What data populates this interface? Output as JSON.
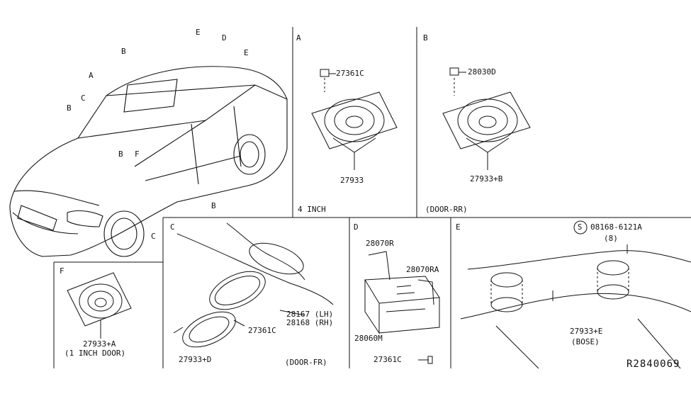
{
  "overview": {
    "callouts": [
      "B",
      "A",
      "C",
      "B",
      "B",
      "F",
      "E",
      "D",
      "E",
      "B",
      "C"
    ]
  },
  "panel_a": {
    "letter": "A",
    "screw_part": "27361C",
    "speaker_part": "27933",
    "footer": "4 INCH"
  },
  "panel_b": {
    "letter": "B",
    "screw_part": "28030D",
    "speaker_part": "27933+B",
    "footer": "(DOOR-RR)"
  },
  "panel_c": {
    "letter": "C",
    "bracket_part_lh": "28167 (LH)",
    "bracket_part_rh": "28168 (RH)",
    "screw_part": "27361C",
    "speaker_part": "27933+D",
    "footer": "(DOOR-FR)"
  },
  "panel_d": {
    "letter": "D",
    "bracket_r": "28070R",
    "bracket_ra": "28070RA",
    "amp_part": "28060M",
    "screw_part": "27361C"
  },
  "panel_e": {
    "letter": "E",
    "screw_symbol": "S",
    "screw_part": "08168-6121A",
    "screw_qty": "(8)",
    "speaker_part": "27933+E",
    "speaker_note": "(BOSE)"
  },
  "panel_f": {
    "letter": "F",
    "speaker_part": "27933+A",
    "speaker_note": "(1 INCH DOOR)"
  },
  "reference": "R2840069"
}
